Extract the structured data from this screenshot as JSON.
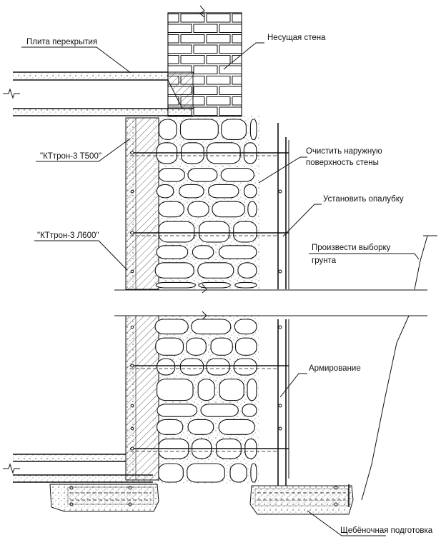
{
  "labels": {
    "slab": "Плита перекрытия",
    "bearing_wall": "Несущая стена",
    "kt500": "\"КТтрон-3 Т500\"",
    "clean_surface_1": "Очистить наружную",
    "clean_surface_2": "поверхность стены",
    "formwork": "Установить опалубку",
    "excavate_1": "Произвести выборку",
    "excavate_2": "грунта",
    "l600": "\"КТтрон-3 Л600\"",
    "reinforcement": "Армирование",
    "gravel": "Щебёночная подготовка"
  }
}
